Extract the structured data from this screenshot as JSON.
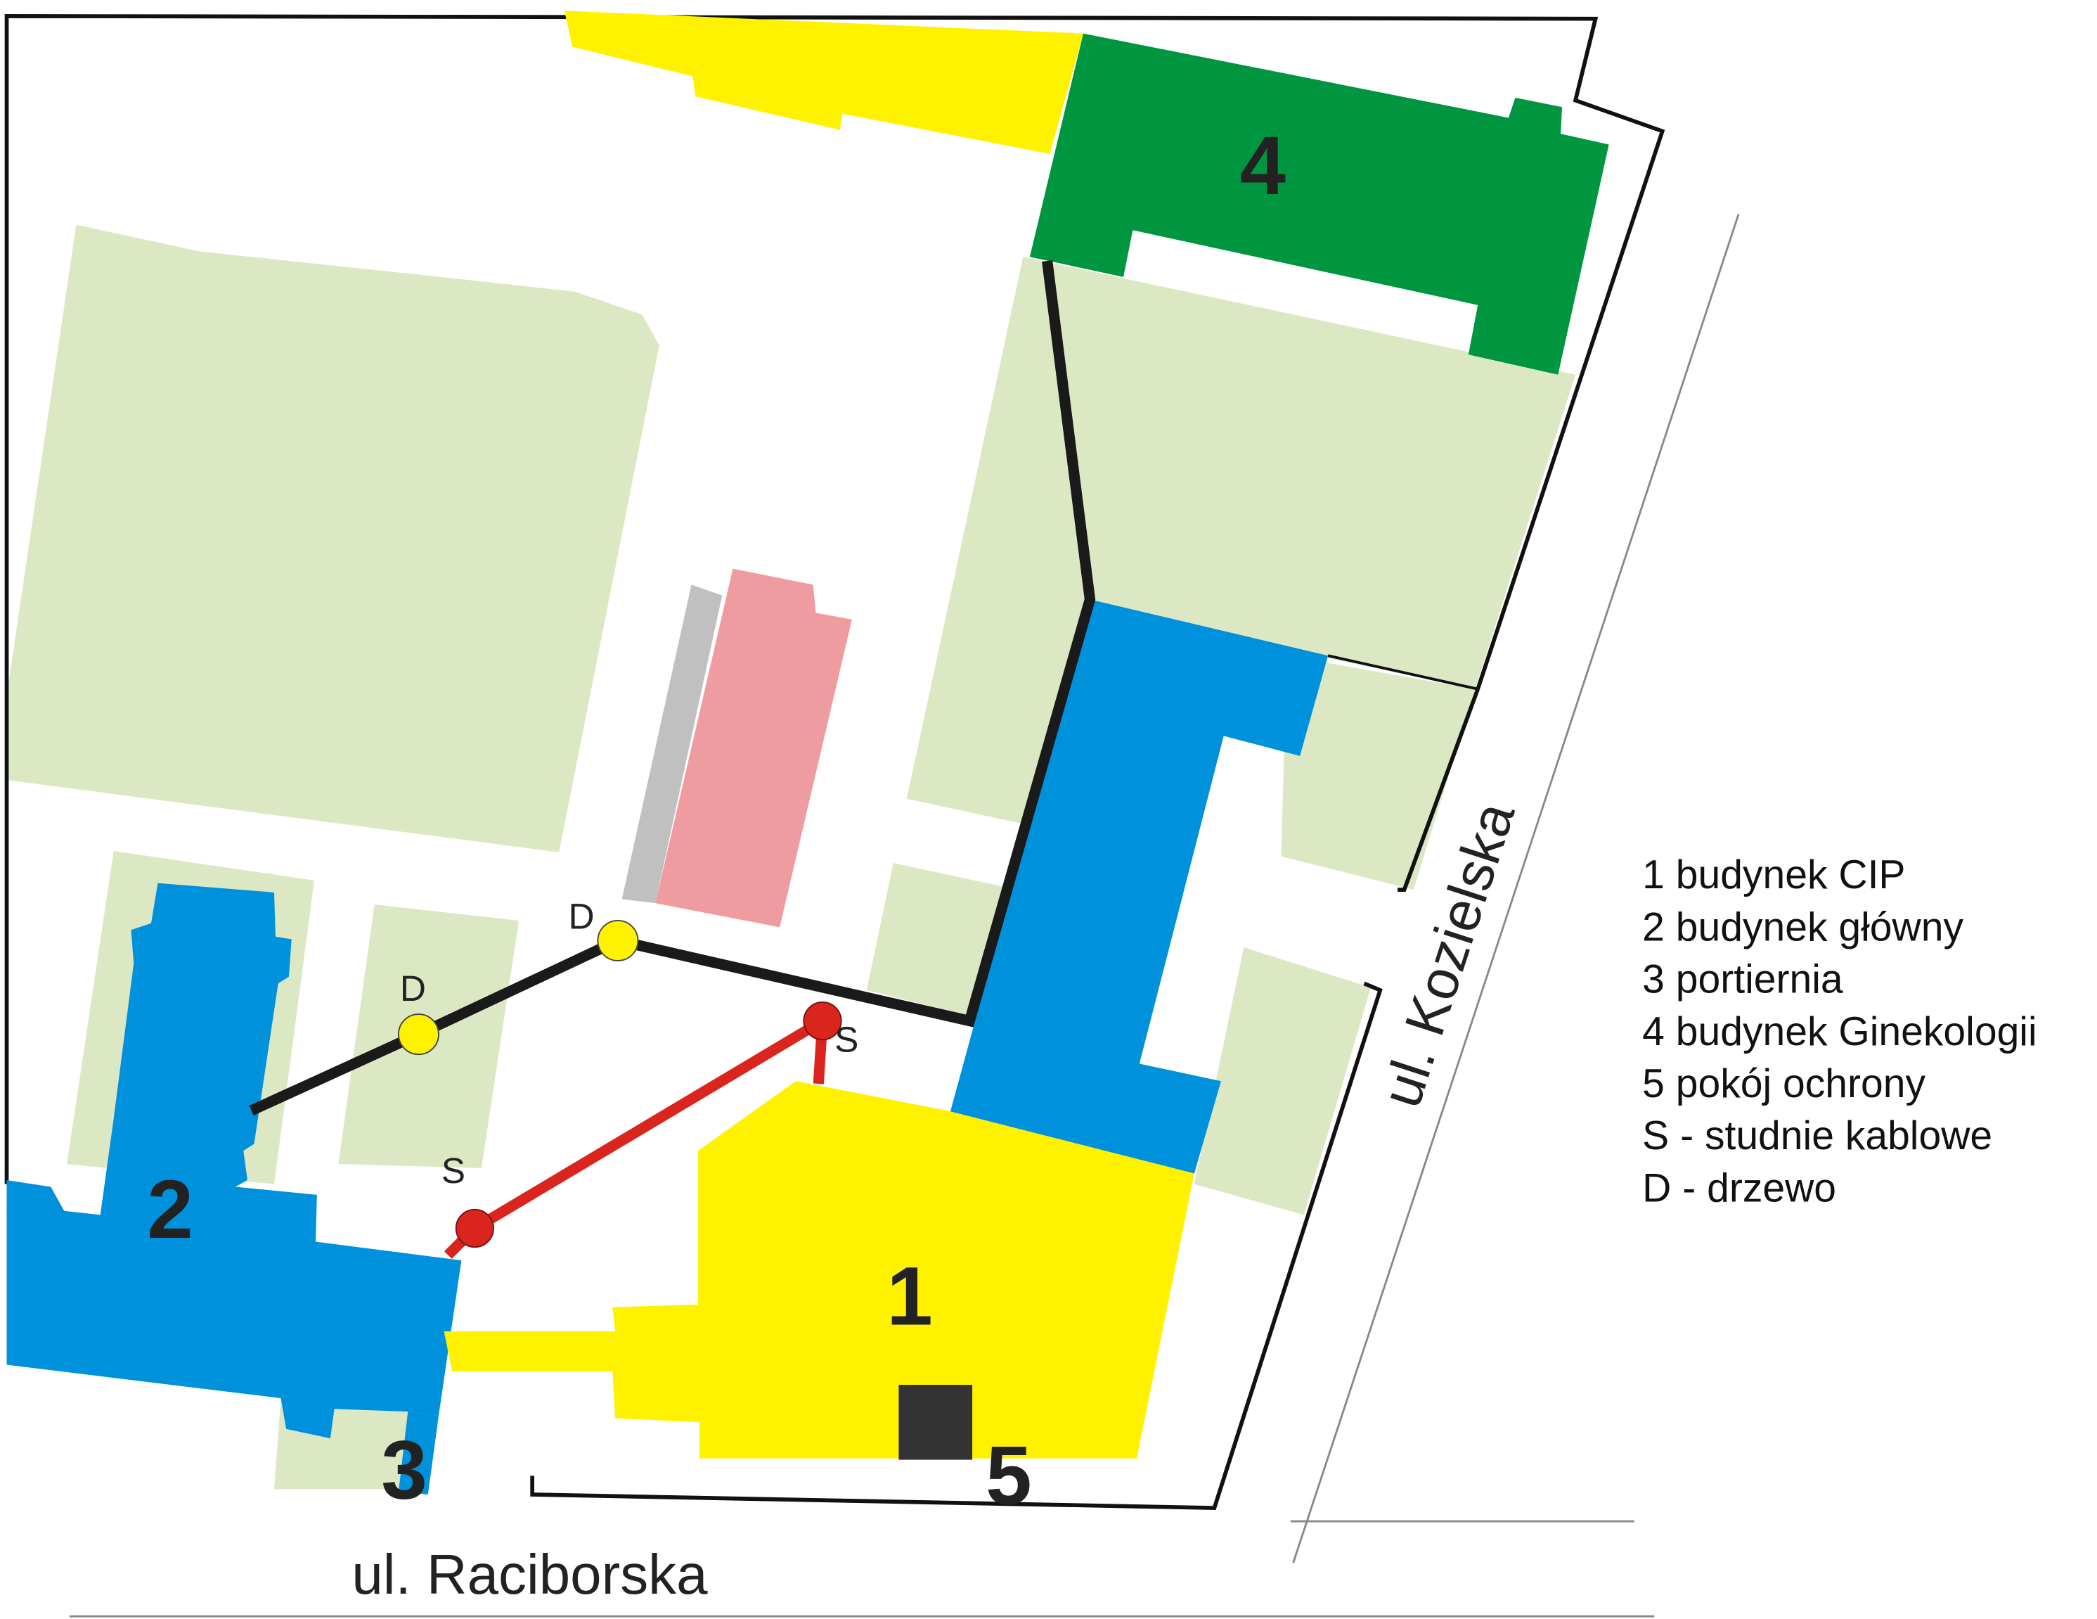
{
  "map": {
    "buildings": {
      "b1": "1",
      "b2": "2",
      "b3": "3",
      "b4": "4",
      "b5": "5"
    },
    "markers": {
      "tree1": "D",
      "tree2": "D",
      "well1": "S",
      "well2": "S"
    },
    "streets": {
      "south": "ul. Raciborska",
      "east": "ul. Kozielska"
    },
    "legend": [
      "1 budynek CIP",
      "2 budynek główny",
      "3 portiernia",
      "4 budynek Ginekologii",
      "5 pokój ochrony",
      "S - studnie kablowe",
      "D - drzewo"
    ],
    "colors": {
      "green_area": "#dce8c4",
      "blue": "#0091dc",
      "yellow": "#fff200",
      "green_building": "#00963f",
      "pink": "#ef9ca0",
      "gray": "#c0c0c0",
      "cable_black": "#1a1a1a",
      "cable_red": "#d9251d"
    }
  }
}
